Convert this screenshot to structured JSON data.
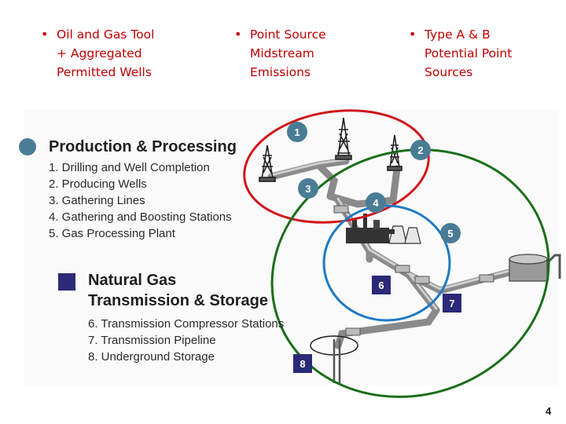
{
  "bullets": [
    {
      "lines": [
        "Oil and Gas Tool",
        "+ Aggregated",
        "Permitted Wells"
      ]
    },
    {
      "lines": [
        "Point Source",
        "Midstream",
        "Emissions"
      ]
    },
    {
      "lines": [
        "Type A & B",
        "Potential Point",
        "Sources"
      ]
    }
  ],
  "legend": {
    "production": {
      "title": "Production & Processing",
      "items": [
        "1.  Drilling and Well Completion",
        "2.  Producing Wells",
        "3.  Gathering Lines",
        "4.  Gathering and Boosting Stations",
        "5.  Gas Processing Plant"
      ]
    },
    "transmission": {
      "title_line1": "Natural Gas",
      "title_line2": "Transmission & Storage",
      "items": [
        "6.  Transmission Compressor Stations",
        "7.  Transmission Pipeline",
        "8.  Underground Storage"
      ]
    }
  },
  "markers": {
    "production": [
      "1",
      "2",
      "3",
      "4",
      "5"
    ],
    "transmission": [
      "6",
      "7",
      "8"
    ]
  },
  "colors": {
    "bullet_text": "#c00000",
    "red_circle": "#d0161b",
    "green_circle": "#1a6e1a",
    "blue_circle": "#1f7ac4",
    "production_marker": "#4a7c95",
    "transmission_marker": "#2b2a78"
  },
  "page_number": "4"
}
